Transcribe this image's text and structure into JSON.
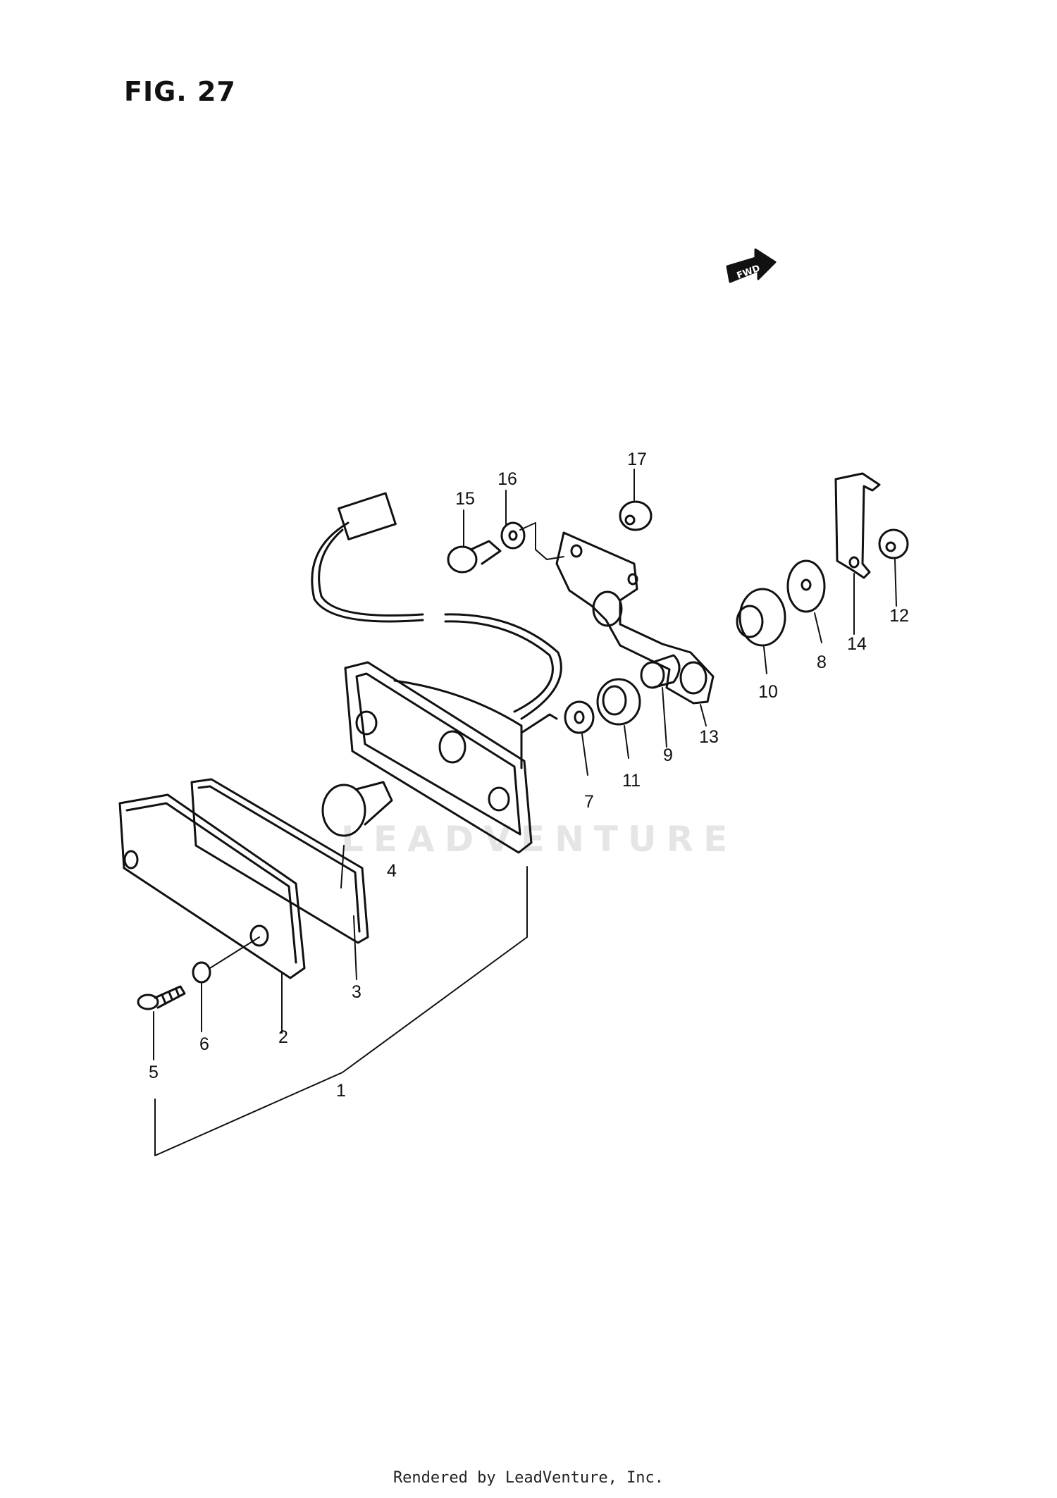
{
  "figure": {
    "title": "FIG. 27"
  },
  "direction_marker": {
    "label": "FWD"
  },
  "watermark": {
    "text": "LEADVENTURE"
  },
  "callouts": [
    "1",
    "2",
    "3",
    "4",
    "5",
    "6",
    "7",
    "8",
    "9",
    "10",
    "11",
    "12",
    "13",
    "14",
    "15",
    "16",
    "17"
  ],
  "footer": {
    "text": "Rendered by LeadVenture, Inc."
  }
}
